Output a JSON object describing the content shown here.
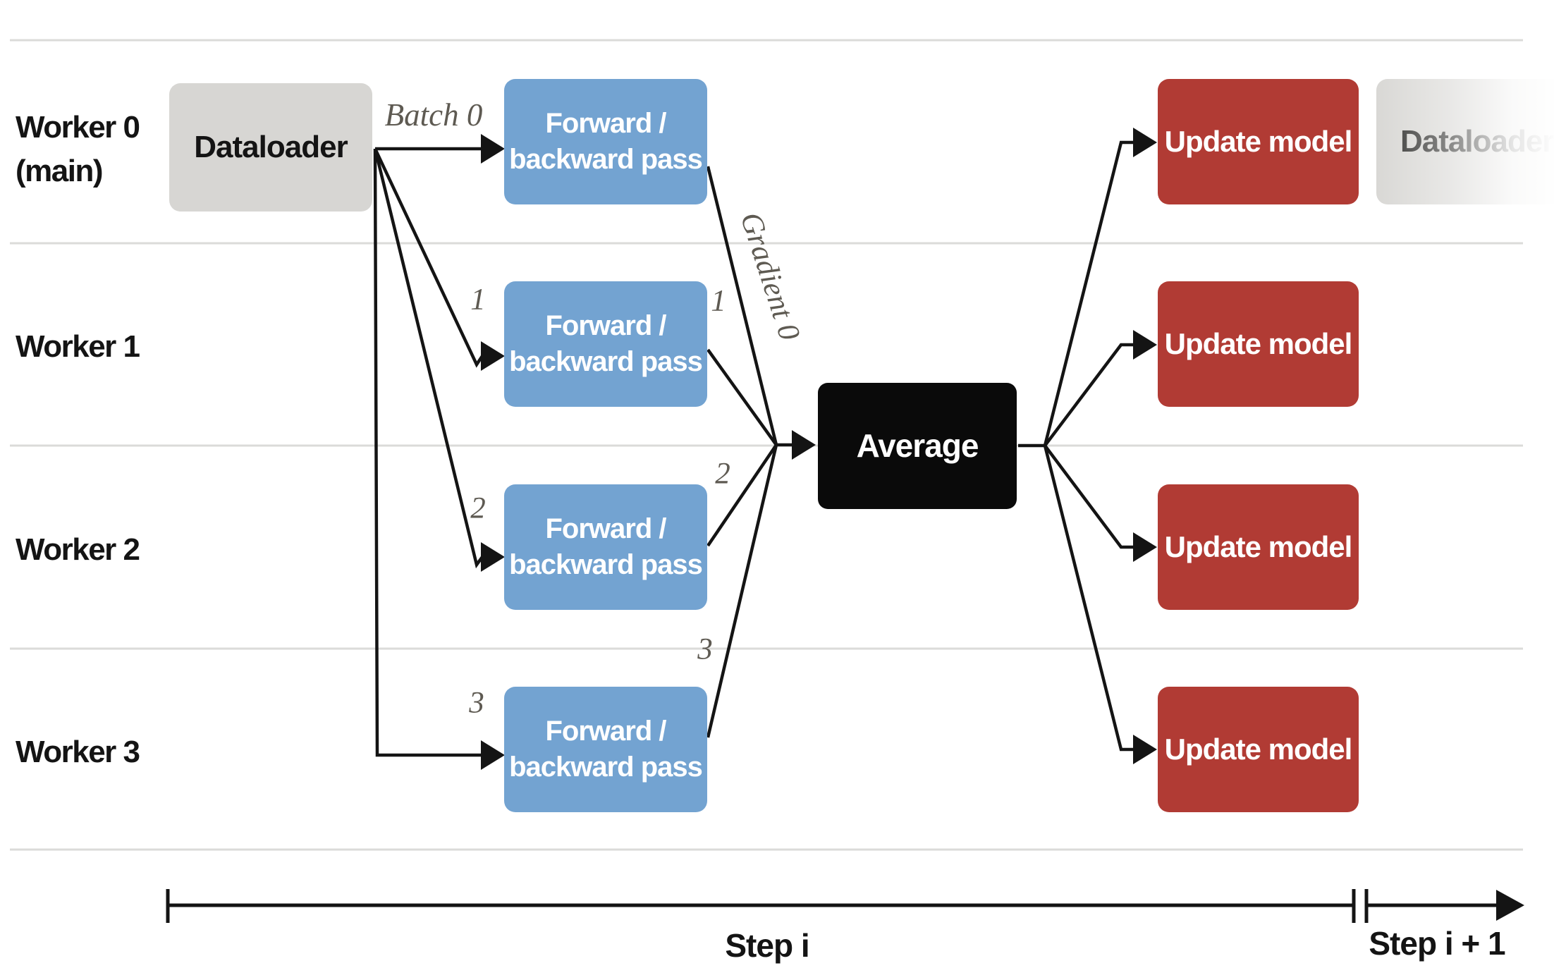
{
  "colors": {
    "blue": "#73A3D1",
    "red": "#B13B34",
    "black-box": "#0A0A0A",
    "gray-box": "#D7D6D3",
    "divider": "#DBDBD9",
    "line": "#141414",
    "label-gray": "#5E5A52",
    "text-dark": "#141414"
  },
  "workers": [
    {
      "label": "Worker 0",
      "sublabel": "(main)"
    },
    {
      "label": "Worker 1"
    },
    {
      "label": "Worker 2"
    },
    {
      "label": "Worker 3"
    }
  ],
  "nodes": {
    "dataloader": "Dataloader",
    "forward_backward_line1": "Forward /",
    "forward_backward_line2": "backward pass",
    "average": "Average",
    "update_model": "Update model",
    "next_dataloader": "Dataloader"
  },
  "edge_labels": {
    "batch0": "Batch 0",
    "gradient0": "Gradient 0",
    "batch1": "1",
    "batch2": "2",
    "batch3": "3",
    "gradient1": "1",
    "gradient2": "2",
    "gradient3": "3"
  },
  "timeline": {
    "step_current": "Step i",
    "step_next": "Step i + 1"
  }
}
